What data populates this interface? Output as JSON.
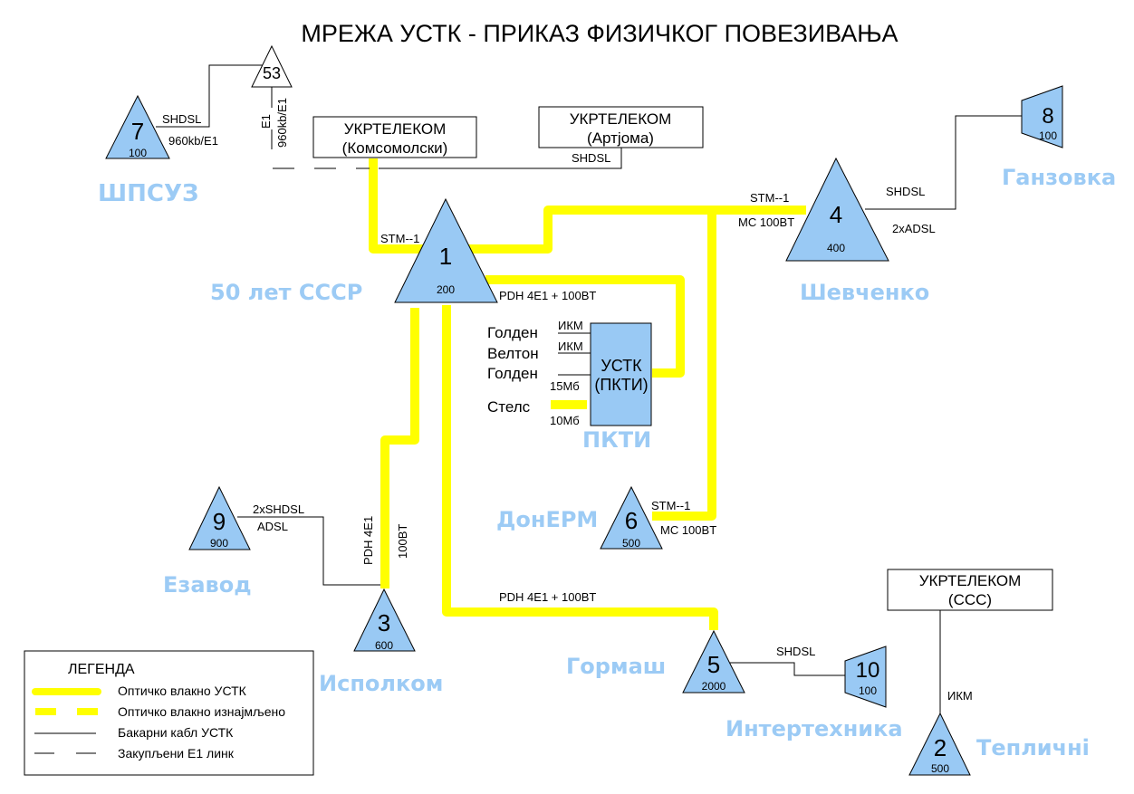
{
  "title": "МРЕЖА УСТК - ПРИКАЗ ФИЗИЧКОГ ПОВЕЗИВАЊА",
  "colors": {
    "fiber": "#ffff00",
    "node_fill": "#99c9f4",
    "site_label": "#9ccbf5",
    "copper": "#000000"
  },
  "nodes": {
    "n1": {
      "id": "1",
      "capacity": "200",
      "site": "50 лет СССР",
      "shape": "triangle"
    },
    "n2": {
      "id": "2",
      "capacity": "500",
      "site": "Тепличні",
      "shape": "triangle"
    },
    "n3": {
      "id": "3",
      "capacity": "600",
      "site": "Исполком",
      "shape": "triangle"
    },
    "n4": {
      "id": "4",
      "capacity": "400",
      "site": "Шевченко",
      "shape": "triangle"
    },
    "n5": {
      "id": "5",
      "capacity": "2000",
      "site": "Гормаш",
      "shape": "triangle"
    },
    "n6": {
      "id": "6",
      "capacity": "500",
      "site": "ДонЕРМ",
      "shape": "triangle"
    },
    "n7": {
      "id": "7",
      "capacity": "100",
      "site": "ШПСУЗ",
      "shape": "triangle"
    },
    "n8": {
      "id": "8",
      "capacity": "100",
      "site": "Ганзовка",
      "shape": "trapezoid"
    },
    "n9": {
      "id": "9",
      "capacity": "900",
      "site": "Езавод",
      "shape": "triangle"
    },
    "n10": {
      "id": "10",
      "capacity": "100",
      "site": "Интертехника",
      "shape": "trapezoid"
    },
    "n53": {
      "id": "53",
      "capacity": "",
      "site": "",
      "shape": "triangle-white"
    }
  },
  "boxes": {
    "ukr_komsomolski": {
      "line1": "УКРТЕЛЕКОМ",
      "line2": "(Комсомолски)"
    },
    "ukr_artjoma": {
      "line1": "УКРТЕЛЕКОМ",
      "line2": "(Артјома)"
    },
    "ukr_ccc": {
      "line1": "УКРТЕЛЕКОМ",
      "line2": "(ССС)"
    },
    "ustk_pkti": {
      "line1": "УСТК",
      "line2": "(ПКТИ)",
      "site": "ПКТИ"
    }
  },
  "link_labels": {
    "n7_shdsl": "SHDSL",
    "n7_rate": "960kb/E1",
    "n53_e1": "E1",
    "n53_rate": "960kb/E1",
    "artjoma_shdsl": "SHDSL",
    "n1_stm": "STM--1",
    "n1_pdh": "PDH 4E1 + 100BT",
    "n4_stm": "STM--1",
    "n4_mc": "MC 100BT",
    "n4_shdsl": "SHDSL",
    "n4_adsl": "2xADSL",
    "n6_stm": "STM--1",
    "n6_mc": "MC 100BT",
    "n9_shdsl": "2xSHDSL",
    "n9_adsl": "ADSL",
    "n3_pdh": "PDH 4E1",
    "n3_bt": "100BT",
    "n5_pdh": "PDH 4E1 + 100BT",
    "n5_shdsl": "SHDSL",
    "n2_ikm": "ИКМ"
  },
  "pkti_inputs": [
    {
      "name": "Голден",
      "link": "ИКМ"
    },
    {
      "name": "Велтон",
      "link": "ИКМ"
    },
    {
      "name": "Голден",
      "link": "15Мб"
    },
    {
      "name": "Стелс",
      "link": "10Мб"
    }
  ],
  "legend": {
    "title": "ЛЕГЕНДА",
    "items": [
      {
        "label": "Оптичко влакно УСТК",
        "style": "fiber-solid"
      },
      {
        "label": "Оптичко влакно изнајмљено",
        "style": "fiber-dashed"
      },
      {
        "label": "Бакарни кабл УСТК",
        "style": "copper-solid"
      },
      {
        "label": "Закупљени Е1 линк",
        "style": "copper-dashed"
      }
    ]
  }
}
